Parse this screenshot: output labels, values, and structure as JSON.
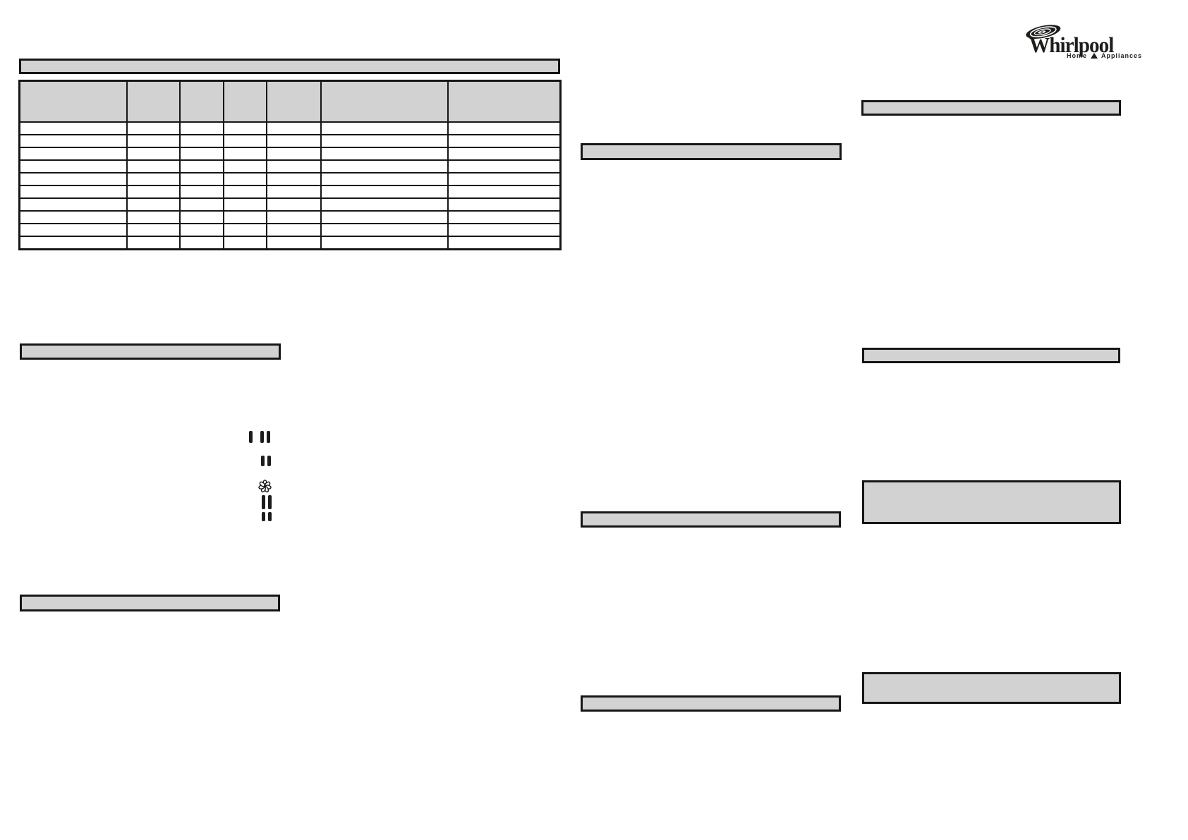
{
  "brand": {
    "wordmark": "Whirlpool",
    "tagline": {
      "left": "Home",
      "right": "Appliances"
    },
    "swirl_icon": "whirlpool-swirl-icon",
    "ink_color": "#1d1d1b"
  },
  "colors": {
    "bar_fill": "#d2d2d2",
    "bar_border": "#161616",
    "page_background": "#ffffff"
  },
  "spec_table": {
    "title_bar_label": "",
    "header_cells": [
      "",
      "",
      "",
      "",
      "",
      "",
      ""
    ],
    "rows": [
      [
        "",
        "",
        "",
        "",
        "",
        "",
        ""
      ],
      [
        "",
        "",
        "",
        "",
        "",
        "",
        ""
      ],
      [
        "",
        "",
        "",
        "",
        "",
        "",
        ""
      ],
      [
        "",
        "",
        "",
        "",
        "",
        "",
        ""
      ],
      [
        "",
        "",
        "",
        "",
        "",
        "",
        ""
      ],
      [
        "",
        "",
        "",
        "",
        "",
        "",
        ""
      ],
      [
        "",
        "",
        "",
        "",
        "",
        "",
        ""
      ],
      [
        "",
        "",
        "",
        "",
        "",
        "",
        ""
      ],
      [
        "",
        "",
        "",
        "",
        "",
        "",
        ""
      ],
      [
        "",
        "",
        "",
        "",
        "",
        "",
        ""
      ]
    ]
  },
  "section_bars": [
    {
      "id": "left-middle",
      "label": ""
    },
    {
      "id": "left-bottom",
      "label": ""
    },
    {
      "id": "center-top",
      "label": ""
    },
    {
      "id": "center-middle",
      "label": ""
    },
    {
      "id": "center-bottom",
      "label": ""
    },
    {
      "id": "right-1",
      "label": ""
    },
    {
      "id": "right-2",
      "label": ""
    },
    {
      "id": "right-3",
      "label": ""
    },
    {
      "id": "right-4",
      "label": ""
    }
  ],
  "symbols": [
    {
      "name": "setting-single-and-double-bar-icon"
    },
    {
      "name": "setting-double-bar-icon"
    },
    {
      "name": "fan-symbol-icon"
    },
    {
      "name": "fan-double-bar-upper-icon"
    },
    {
      "name": "fan-double-bar-lower-icon"
    }
  ]
}
